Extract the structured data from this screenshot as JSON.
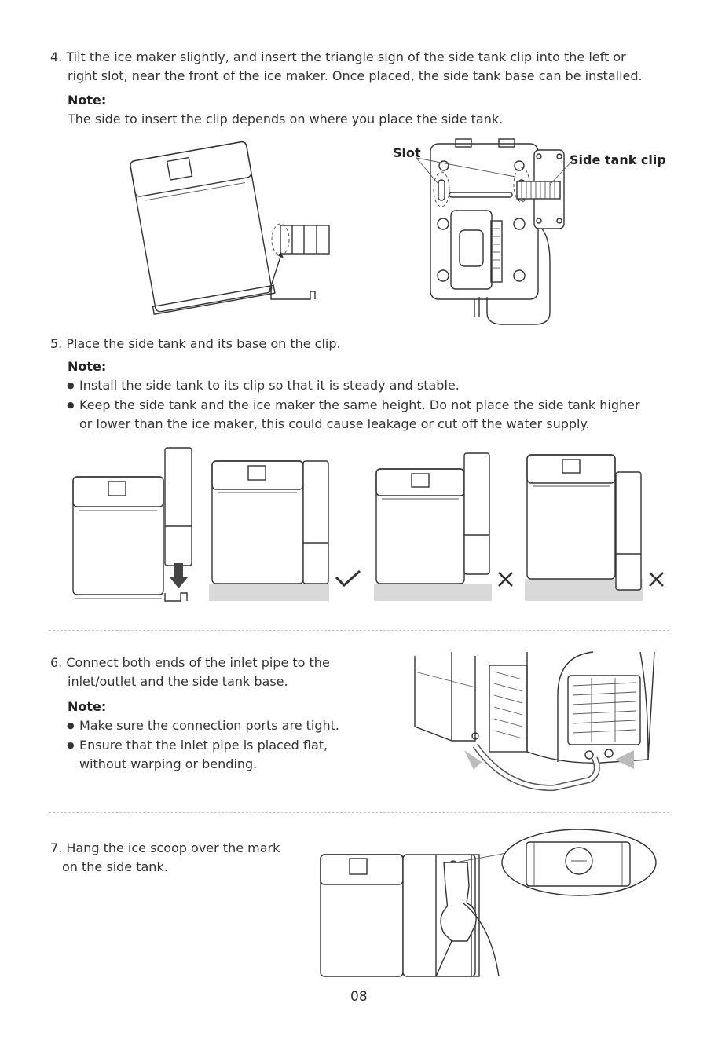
{
  "step4": {
    "line1": "4. Tilt the ice maker slightly, and insert the triangle sign of the side tank clip into the left or",
    "line2": "right slot, near the front of the ice maker. Once placed, the side tank base can be installed.",
    "note_label": "Note:",
    "note_text": "The side to insert the clip depends on where you place the side tank.",
    "label_slot": "Slot",
    "label_clip": "Side tank clip"
  },
  "step5": {
    "line1": "5. Place the side tank and its base on the clip.",
    "note_label": "Note:",
    "bullet1": "Install the side tank to its clip so that it is steady and stable.",
    "bullet2_line1": "Keep the side tank and the ice maker the same height. Do not place the side tank higher",
    "bullet2_line2": "or lower than the ice maker, this could cause leakage or cut off the water supply."
  },
  "step6": {
    "line1": "6. Connect both ends of the inlet pipe to the",
    "line2": "inlet/outlet and the side tank base.",
    "note_label": "Note:",
    "bullet1": "Make sure the connection ports are tight.",
    "bullet2_line1": "Ensure that the inlet pipe is placed flat,",
    "bullet2_line2": "without warping or bending."
  },
  "step7": {
    "line1": "7. Hang the ice scoop over the mark",
    "line2": "on the side tank."
  },
  "page_number": "08",
  "icons": [
    "check-icon",
    "cross-icon",
    "cross-icon",
    "down-arrow-icon"
  ]
}
